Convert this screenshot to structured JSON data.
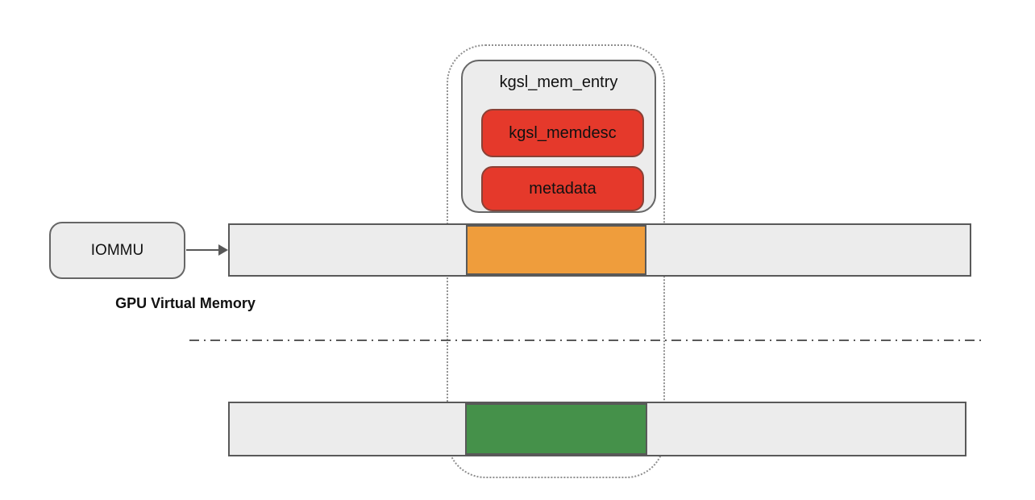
{
  "diagram": {
    "entry_group": {
      "title": "kgsl_mem_entry",
      "children": [
        {
          "label": "kgsl_memdesc"
        },
        {
          "label": "metadata"
        }
      ]
    },
    "iommu": {
      "label": "IOMMU"
    },
    "gpu_virtual_memory_label": "GPU Virtual Memory",
    "bars": [
      {
        "name": "gpu-virtual-memory-bar",
        "segment_color": "#ef9d3c"
      },
      {
        "name": "physical-memory-bar",
        "segment_color": "#45914a"
      }
    ],
    "colors": {
      "bar_fill": "#ececec",
      "bar_border": "#595959",
      "box_fill": "#ececec",
      "box_border": "#666666",
      "highlight_red": "#e5392b",
      "highlight_orange": "#ef9d3c",
      "highlight_green": "#45914a",
      "dotted_outline": "#8f8f8f",
      "divider": "#595959"
    }
  }
}
